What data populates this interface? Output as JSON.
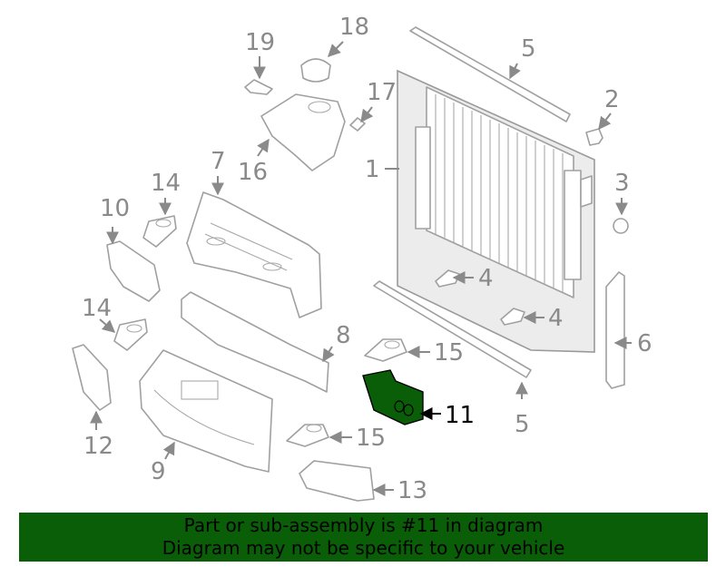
{
  "callouts": {
    "c1": "1",
    "c2": "2",
    "c3": "3",
    "c4a": "4",
    "c4b": "4",
    "c5a": "5",
    "c5b": "5",
    "c6": "6",
    "c7": "7",
    "c8": "8",
    "c9": "9",
    "c10": "10",
    "c11": "11",
    "c12": "12",
    "c13": "13",
    "c14a": "14",
    "c14b": "14",
    "c15a": "15",
    "c15b": "15",
    "c16": "16",
    "c17": "17",
    "c18": "18",
    "c19": "19"
  },
  "banner": {
    "line1": "Part or sub-assembly is #11 in diagram",
    "line2": "Diagram may not be specific to your vehicle"
  },
  "colors": {
    "highlight": "#0b5e08",
    "line_art": "#a0a0a0",
    "callout_text": "#8a8a8a"
  }
}
